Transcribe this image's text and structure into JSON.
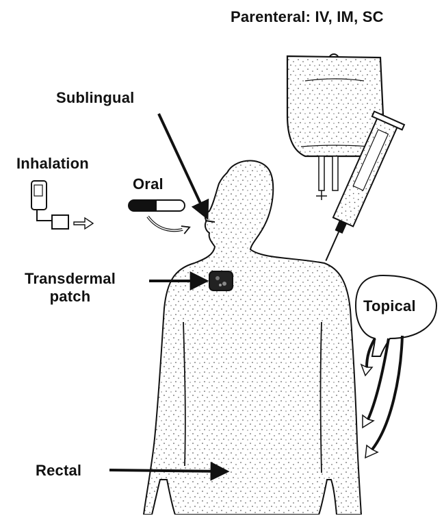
{
  "labels": {
    "parenteral": "Parenteral: IV, IM, SC",
    "sublingual": "Sublingual",
    "inhalation": "Inhalation",
    "oral": "Oral",
    "transdermal_line1": "Transdermal",
    "transdermal_line2": "patch",
    "topical": "Topical",
    "rectal": "Rectal"
  },
  "icons": [
    "human-figure",
    "iv-bag-icon",
    "syringe-icon",
    "inhaler-icon",
    "capsule-icon",
    "transdermal-patch-icon"
  ],
  "colors": {
    "ink": "#111111",
    "background": "#ffffff"
  }
}
